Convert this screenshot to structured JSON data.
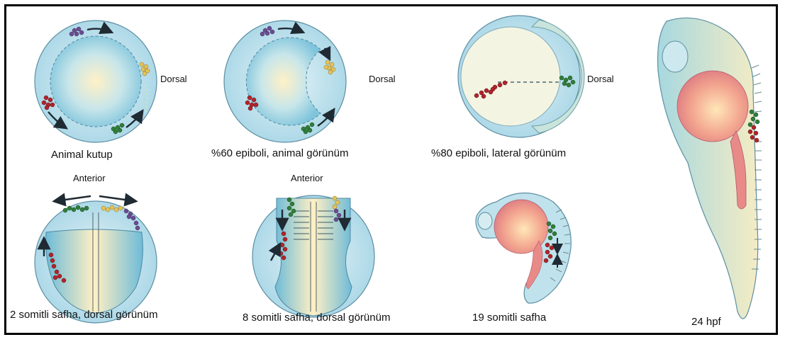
{
  "labels": {
    "dorsal_1": "Dorsal",
    "dorsal_2": "Dorsal",
    "dorsal_3": "Dorsal",
    "anterior_1": "Anterior",
    "anterior_2": "Anterior"
  },
  "captions": {
    "animal_pole": "Animal kutup",
    "epiboly_60": "%60 epiboli, animal görünüm",
    "epiboly_80": "%80 epiboli, lateral görünüm",
    "somite_2": "2 somitli safha, dorsal görünüm",
    "somite_8": "8 somitli safha, dorsal görünüm",
    "somite_19": "19 somitli safha",
    "hpf_24": "24 hpf"
  },
  "colors": {
    "embryo_outer": "#bfe2ec",
    "yolk_center": "#fff1c6",
    "yolk_edge": "#7fc4dc",
    "body_pink": "#e88a88",
    "cell_purple": "#6b4c93",
    "cell_yellow": "#e4c45a",
    "cell_green": "#2f7f3a",
    "cell_red": "#b2242a",
    "arrow": "#1f2a33"
  }
}
